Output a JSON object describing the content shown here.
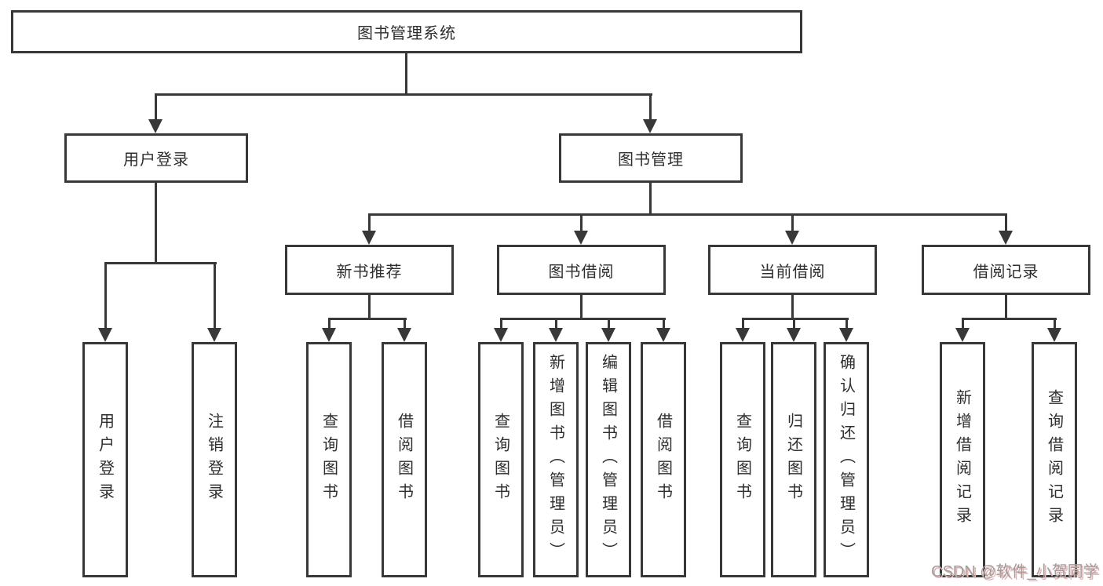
{
  "diagram": {
    "nodes": {
      "root": "图书管理系统",
      "user_login": "用户登录",
      "book_mgmt": "图书管理",
      "new_book_rec": "新书推荐",
      "book_borrow": "图书借阅",
      "current_borrow": "当前借阅",
      "borrow_record": "借阅记录"
    },
    "leaves": {
      "user_login": [
        "用户登录",
        "注销登录"
      ],
      "new_book_rec": [
        "查询图书",
        "借阅图书"
      ],
      "book_borrow": [
        "查询图书",
        "新增图书（管理员）",
        "编辑图书（管理员）",
        "借阅图书"
      ],
      "current_borrow": [
        "查询图书",
        "归还图书",
        "确认归还（管理员）"
      ],
      "borrow_record": [
        "新增借阅记录",
        "查询借阅记录"
      ]
    },
    "colors": {
      "line": "#383838",
      "text": "#2e2e2e",
      "background": "#ffffff",
      "watermark_text": "#9e9e9e",
      "watermark_shadow": "#eab1b1"
    },
    "watermark": "CSDN @软件_小贺同学"
  }
}
